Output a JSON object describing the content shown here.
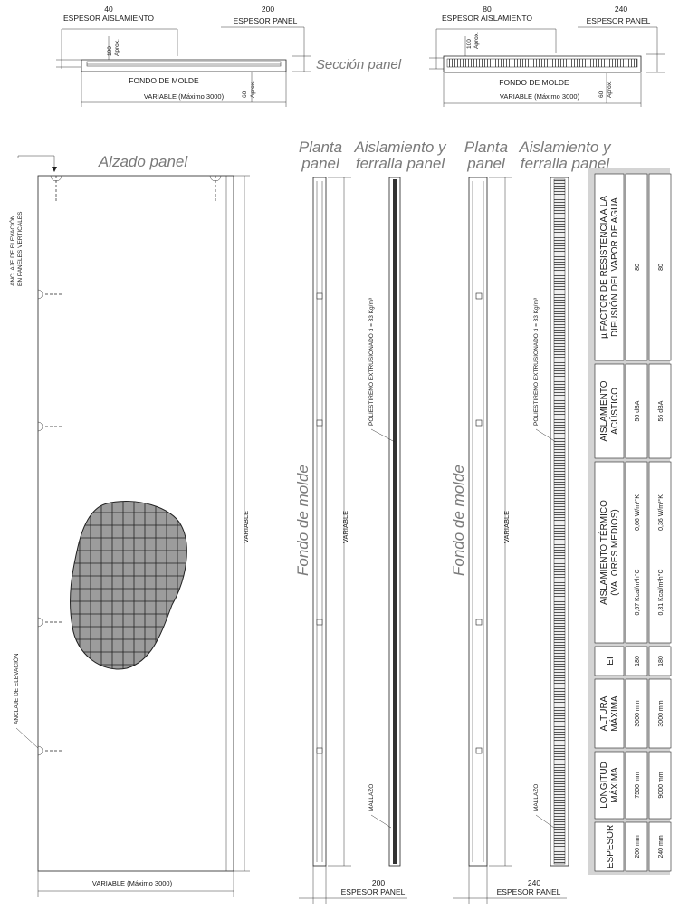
{
  "section_panel": {
    "title": "Sección panel",
    "left": {
      "insulation_value": "40",
      "insulation_label": "ESPESOR AISLAMIENTO",
      "panel_value": "200",
      "panel_label": "ESPESOR PANEL",
      "dim_top": "100",
      "dim_bottom": "60",
      "aprox": "Aprox.",
      "mold_label": "FONDO DE MOLDE",
      "width_label": "VARIABLE (Máximo 3000)"
    },
    "right": {
      "insulation_value": "80",
      "insulation_label": "ESPESOR AISLAMIENTO",
      "panel_value": "240",
      "panel_label": "ESPESOR PANEL",
      "dim_top": "100",
      "dim_bottom": "60",
      "aprox": "Aprox.",
      "mold_label": "FONDO DE MOLDE",
      "width_label": "VARIABLE (Máximo 3000)"
    }
  },
  "elevation": {
    "title": "Alzado panel",
    "anchor_vertical_line1": "ANCLAJE DE ELEVACIÓN",
    "anchor_vertical_line2": "EN PANELES VERTICALES",
    "anchor_label": "ANCLAJE DE ELEVACIÓN",
    "height_label": "VARIABLE",
    "width_label": "VARIABLE (Máximo 3000)"
  },
  "plan_views": [
    {
      "plan_title_1": "Planta",
      "plan_title_2": "panel",
      "insul_title_1": "Aislamiento y",
      "insul_title_2": "ferralla panel",
      "fondo_label": "Fondo de molde",
      "height_label": "VARIABLE",
      "poli_label": "POLIESTIRENO EXTRUSIONADO  d = 33 Kg/m³",
      "mallazo_label": "MALLAZO",
      "thickness_value": "200",
      "thickness_label": "ESPESOR PANEL"
    },
    {
      "plan_title_1": "Planta",
      "plan_title_2": "panel",
      "insul_title_1": "Aislamiento y",
      "insul_title_2": "ferralla panel",
      "fondo_label": "Fondo de molde",
      "height_label": "VARIABLE",
      "poli_label": "POLIESTIRENO EXTRUSIONADO  d = 33 Kg/m³",
      "mallazo_label": "MALLAZO",
      "thickness_value": "240",
      "thickness_label": "ESPESOR PANEL"
    }
  ],
  "table": {
    "columns": [
      {
        "header_1": "ESPESOR",
        "header_2": "",
        "cells": [
          "200 mm",
          "240 mm"
        ]
      },
      {
        "header_1": "LONGITUD",
        "header_2": "MÁXIMA",
        "cells": [
          "7500 mm",
          "9000 mm"
        ]
      },
      {
        "header_1": "ALTURA",
        "header_2": "MÁXIMA",
        "cells": [
          "3000 mm",
          "3000 mm"
        ]
      },
      {
        "header_1": "EI",
        "header_2": "",
        "cells": [
          "180",
          "180"
        ]
      },
      {
        "header_1": "AISLAMIENTO TÉRMICO",
        "header_2": "(VALORES MEDIOS)",
        "split": true,
        "cells": [
          [
            "0,57 Kcal/m²h°C",
            "0,66 W/m²°K"
          ],
          [
            "0,31 Kcal/m²h°C",
            "0,36 W/m²°K"
          ]
        ]
      },
      {
        "header_1": "AISLAMIENTO",
        "header_2": "ACÚSTICO",
        "cells": [
          "56 dBA",
          "56 dBA"
        ]
      },
      {
        "header_1": "µ  FACTOR DE RESISTENCIA A LA",
        "header_2": "DIFUSIÓN DEL VAPOR DE AGUA",
        "cells": [
          "80",
          "80"
        ]
      }
    ]
  },
  "colors": {
    "line": "#222222",
    "heading": "#7a7a7a",
    "table_bg": "#d4d4d4",
    "mesh_fill": "#9c9c9c",
    "insulation": "#333333"
  }
}
